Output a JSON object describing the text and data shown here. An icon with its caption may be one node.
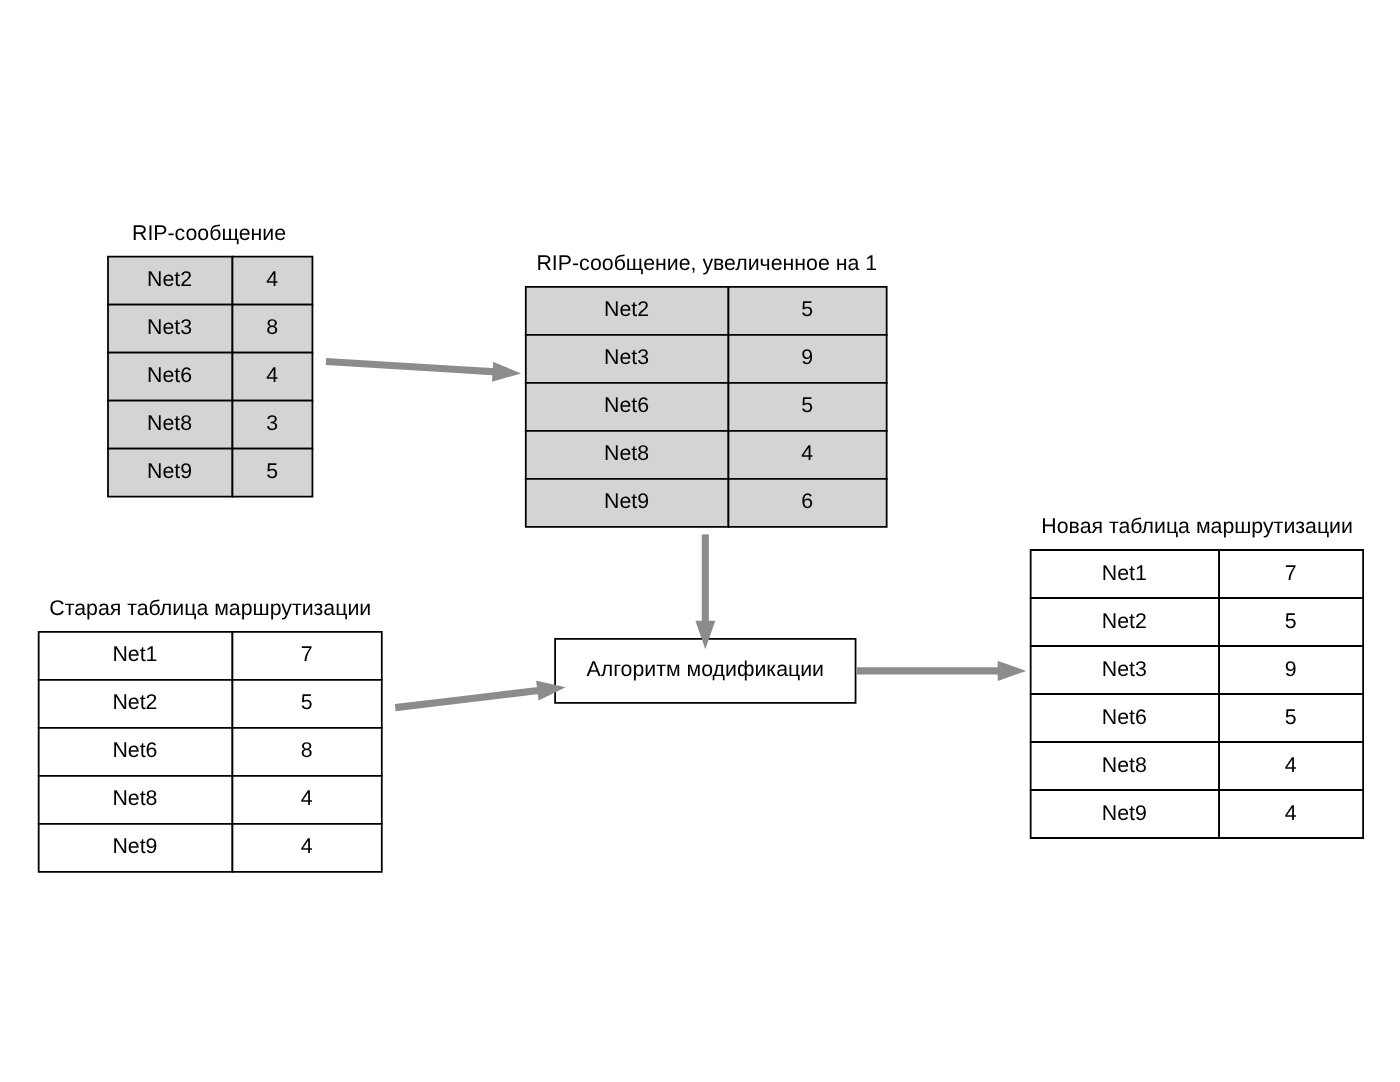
{
  "diagram": {
    "nodes": [
      {
        "text": [
          "RIP-сообщение",
          "Net2",
          "4",
          "Net3",
          "8",
          "Net6",
          "4",
          "Net8",
          "3",
          "Net9",
          "5"
        ]
      },
      {
        "text": [
          "RIP-сообщение, увеличенное на 1",
          "Net2",
          "5",
          "Net3",
          "9",
          "Net6",
          "5",
          "Net8",
          "4",
          "Net9",
          "6"
        ]
      },
      {
        "text": [
          "Старая таблица маршрутизации",
          "Net1",
          "7",
          "Net2",
          "5",
          "Net6",
          "8",
          "Net8",
          "4",
          "Net9",
          "4"
        ]
      },
      {
        "text": [
          "Алгоритм модификации"
        ]
      },
      {
        "text": [
          "Новая таблица маршрутизации",
          "Net1",
          "7",
          "Net2",
          "5",
          "Net3",
          "9",
          "Net6",
          "5",
          "Net8",
          "4",
          "Net9",
          "4"
        ]
      }
    ],
    "edges": [
      {
        "from": 0,
        "to": 1,
        "arrow": "to"
      },
      {
        "from": 1,
        "to": 3,
        "arrow": "to"
      },
      {
        "from": 2,
        "to": 3,
        "arrow": "to"
      },
      {
        "from": 3,
        "to": 4,
        "arrow": "to"
      }
    ]
  }
}
